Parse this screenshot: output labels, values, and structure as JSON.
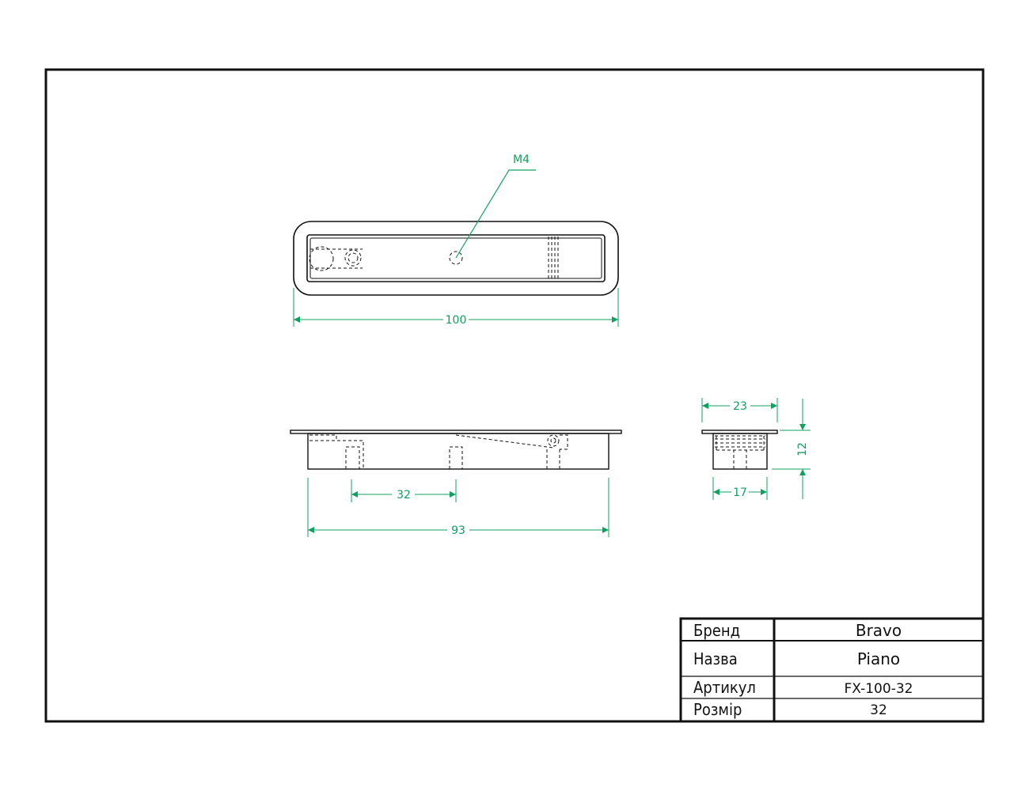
{
  "drawing": {
    "callout_label": "M4",
    "dims": {
      "length_top": "100",
      "hole_spacing": "32",
      "body_length": "93",
      "width_top": "23",
      "width_bottom": "17",
      "depth": "12"
    },
    "colors": {
      "line": "#111111",
      "dimension": "#10a060"
    }
  },
  "title_block": {
    "rows": [
      {
        "label": "Бренд",
        "value": "Bravo"
      },
      {
        "label": "Назва",
        "value": "Piano"
      },
      {
        "label": "Артикул",
        "value": "FX-100-32"
      },
      {
        "label": "Розмір",
        "value": "32"
      }
    ]
  }
}
